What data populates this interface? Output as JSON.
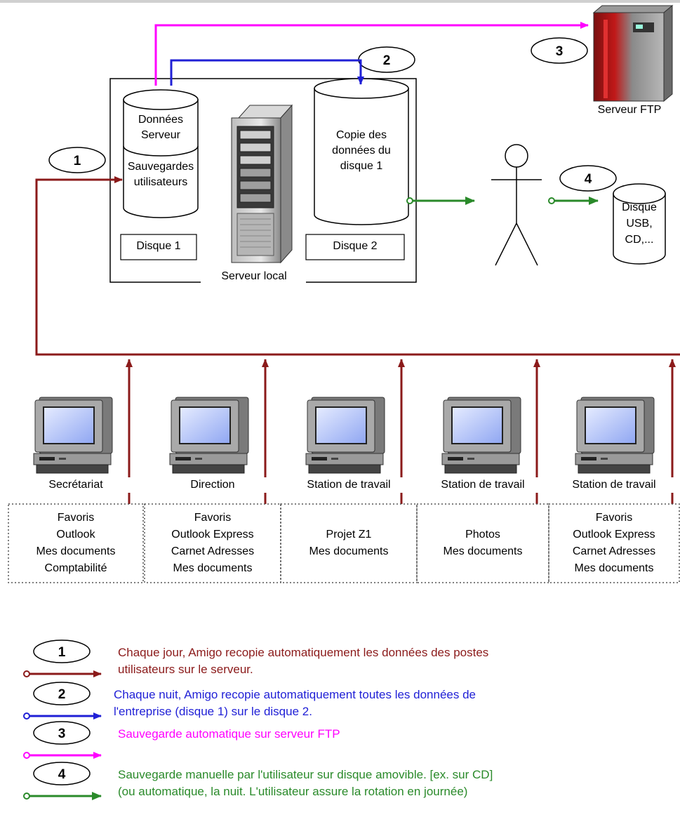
{
  "server": {
    "disk1_top": "Données\nServeur",
    "disk1_bottom": "Sauvegardes\nutilisateurs",
    "disk1_label": "Disque 1",
    "disk2_text": "Copie des\ndonnées du\ndisque 1",
    "disk2_label": "Disque 2",
    "frame_label": "Serveur local"
  },
  "ftp": {
    "label": "Serveur FTP"
  },
  "removable": {
    "label": "Disque\nUSB,\nCD,..."
  },
  "steps": [
    "1",
    "2",
    "3",
    "4"
  ],
  "stations": [
    {
      "name": "Secrétariat",
      "items": "Favoris\nOutlook\nMes documents\nComptabilité"
    },
    {
      "name": "Direction",
      "items": "Favoris\nOutlook Express\nCarnet Adresses\nMes documents"
    },
    {
      "name": "Station de travail",
      "items": "Projet Z1\nMes documents"
    },
    {
      "name": "Station de travail",
      "items": "Photos\nMes documents"
    },
    {
      "name": "Station de travail",
      "items": "Favoris\nOutlook Express\nCarnet Adresses\nMes documents"
    }
  ],
  "legend": [
    {
      "num": "1",
      "text": "Chaque jour, Amigo recopie automatiquement les données des postes\nutilisateurs sur le serveur.",
      "color": "#8b1a1a"
    },
    {
      "num": "2",
      "text": "Chaque nuit, Amigo recopie automatiquement toutes les données de\nl'entreprise (disque 1)  sur le disque 2.",
      "color": "#1f1fd6"
    },
    {
      "num": "3",
      "text": "Sauvegarde automatique sur serveur FTP",
      "color": "#ff00ff"
    },
    {
      "num": "4",
      "text": "Sauvegarde manuelle par l'utilisateur sur disque amovible. [ex. sur CD]\n(ou automatique, la nuit. L'utilisateur assure la rotation en journée)",
      "color": "#2a8a2a"
    }
  ],
  "colors": {
    "daily": "#8b1a1a",
    "nightly": "#1f1fd6",
    "ftp": "#ff00ff",
    "manual": "#2a8a2a"
  }
}
